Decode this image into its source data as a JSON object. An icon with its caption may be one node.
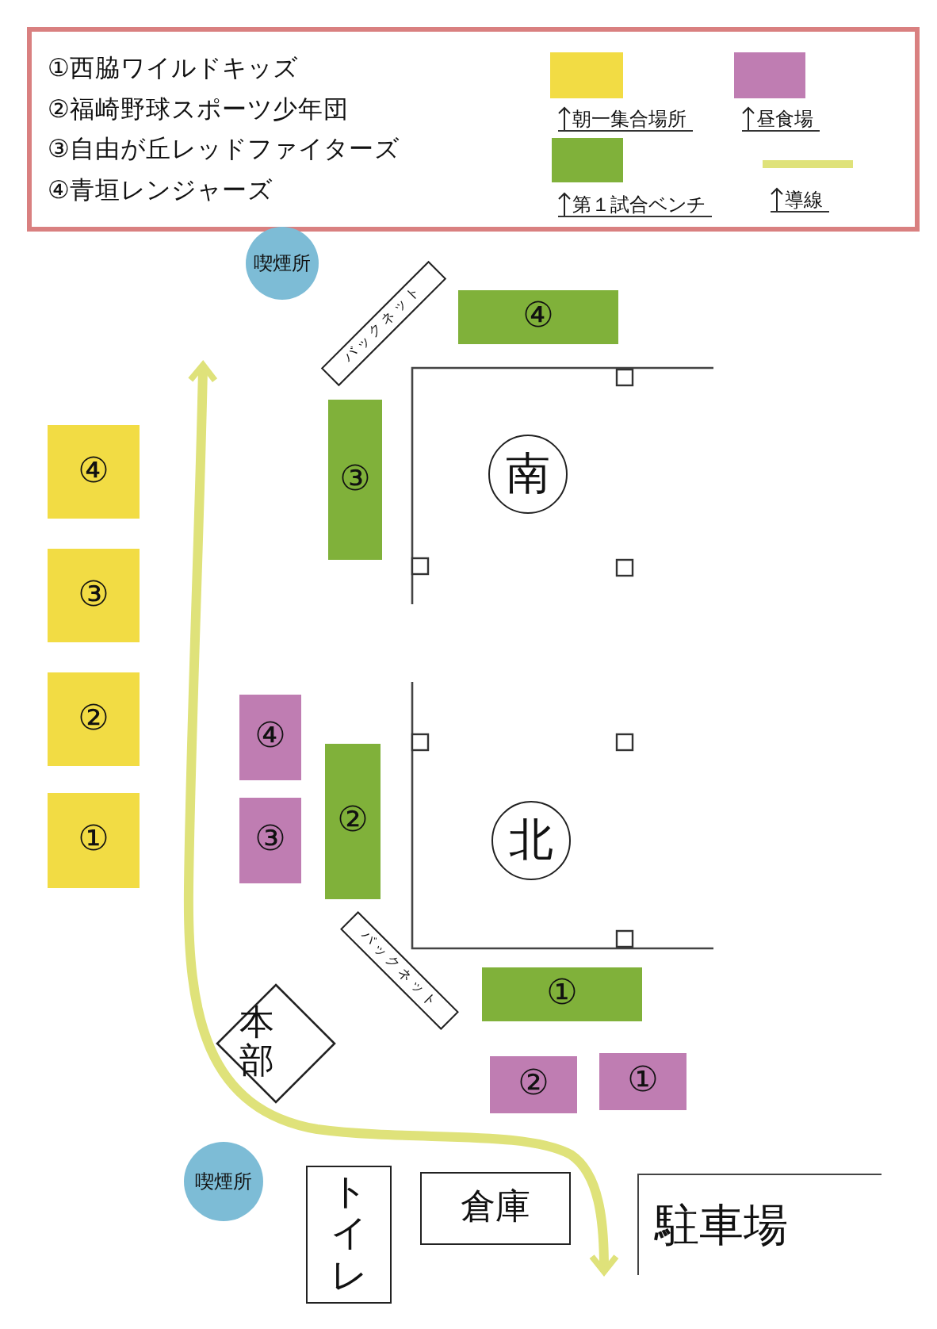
{
  "diagram": {
    "nodes": [
      {
        "text": [
          "喫煙所"
        ]
      },
      {
        "text": [
          "バックネット"
        ]
      },
      {
        "text": [
          "④"
        ]
      },
      {
        "text": [
          "④"
        ]
      },
      {
        "text": [
          "③"
        ]
      },
      {
        "text": [
          "南"
        ]
      },
      {
        "text": [
          "③"
        ]
      },
      {
        "text": [
          "④"
        ]
      },
      {
        "text": [
          "②"
        ]
      },
      {
        "text": [
          "②"
        ]
      },
      {
        "text": [
          "北"
        ]
      },
      {
        "text": [
          "③"
        ]
      },
      {
        "text": [
          "①"
        ]
      },
      {
        "text": [
          "バックネット"
        ]
      },
      {
        "text": [
          "①"
        ]
      },
      {
        "text": [
          "本部"
        ]
      },
      {
        "text": [
          "②"
        ]
      },
      {
        "text": [
          "①"
        ]
      },
      {
        "text": [
          "喫煙所"
        ]
      },
      {
        "text": [
          "トイレ"
        ]
      },
      {
        "text": [
          "倉庫"
        ]
      },
      {
        "text": [
          "駐車場"
        ]
      }
    ],
    "labels": [
      "①西脇ワイルドキッズ",
      "②福崎野球スポーツ少年団",
      "③自由が丘レッドファイターズ",
      "④青垣レンジャーズ"
    ],
    "legend": [
      {
        "text": "朝一集合場所",
        "color": "#f2dc44"
      },
      {
        "text": "昼食場",
        "color": "#bf7db2"
      },
      {
        "text": "第１試合ベンチ",
        "color": "#80b13a"
      },
      {
        "text": "導線"
      }
    ]
  }
}
